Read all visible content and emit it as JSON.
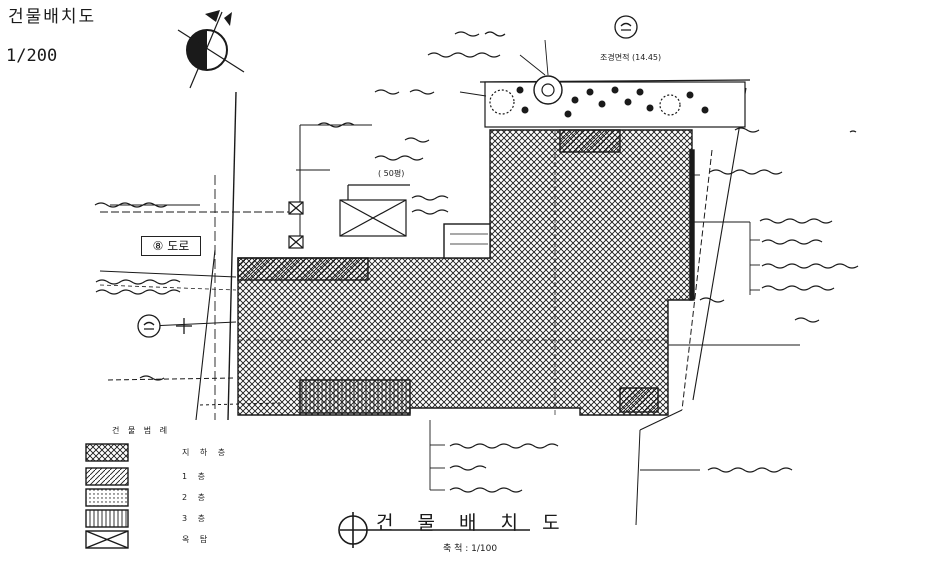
{
  "drawing": {
    "title": "건물배치도",
    "scale": "1/200",
    "road_label": "⑧ 도로",
    "main_title": "건 물 배 치 도",
    "main_scale": "축 척 : 1/100",
    "area_note": "조경면적 (14.45)",
    "cone_note": "( 50평)"
  },
  "legend": {
    "title": "건 물 범 례",
    "items": [
      {
        "label": "지 하 층",
        "pattern": "crosshatch"
      },
      {
        "label": "1 층",
        "pattern": "diagonal"
      },
      {
        "label": "2 층",
        "pattern": "stipple"
      },
      {
        "label": "3 층",
        "pattern": "vertical"
      },
      {
        "label": "옥 탑",
        "pattern": "cross-box"
      }
    ]
  },
  "colors": {
    "ink": "#1a1a1a",
    "paper": "#ffffff"
  }
}
